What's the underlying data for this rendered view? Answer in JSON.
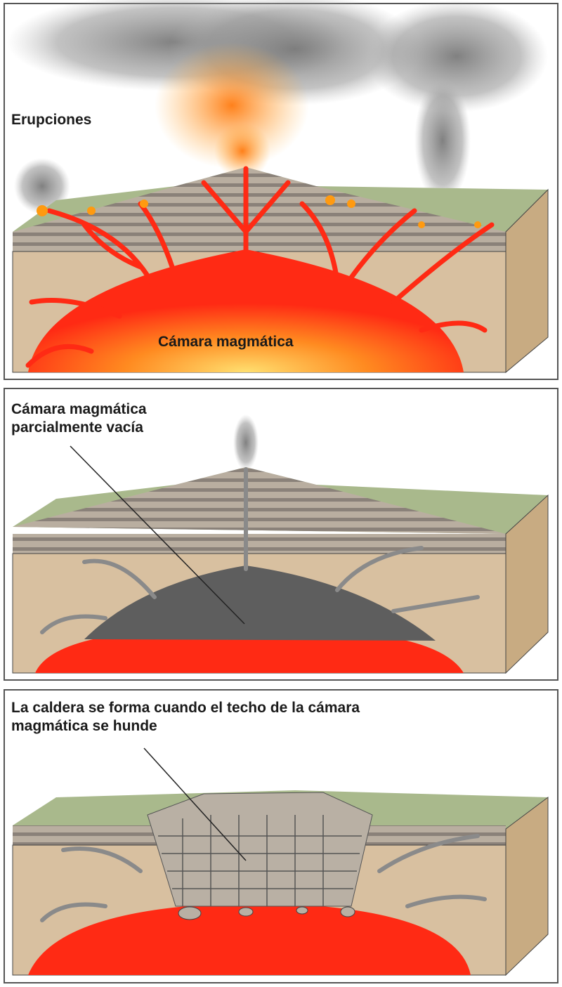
{
  "panels": [
    {
      "labels": {
        "eruptions": "Erupciones",
        "chamber": "Cámara magmática"
      }
    },
    {
      "label_line1": "Cámara magmática",
      "label_line2": "parcialmente vacía"
    },
    {
      "label_line1": "La caldera se forma cuando el techo de la cámara",
      "label_line2": "magmática se hunde"
    }
  ],
  "colors": {
    "magma": "#ff2a14",
    "rock": "#d8c0a0",
    "side": "#c8ab82",
    "empty_chamber": "#5e5e5e",
    "grass": "#a9b98c",
    "ash": "#8a8a8a",
    "border": "#555555"
  }
}
